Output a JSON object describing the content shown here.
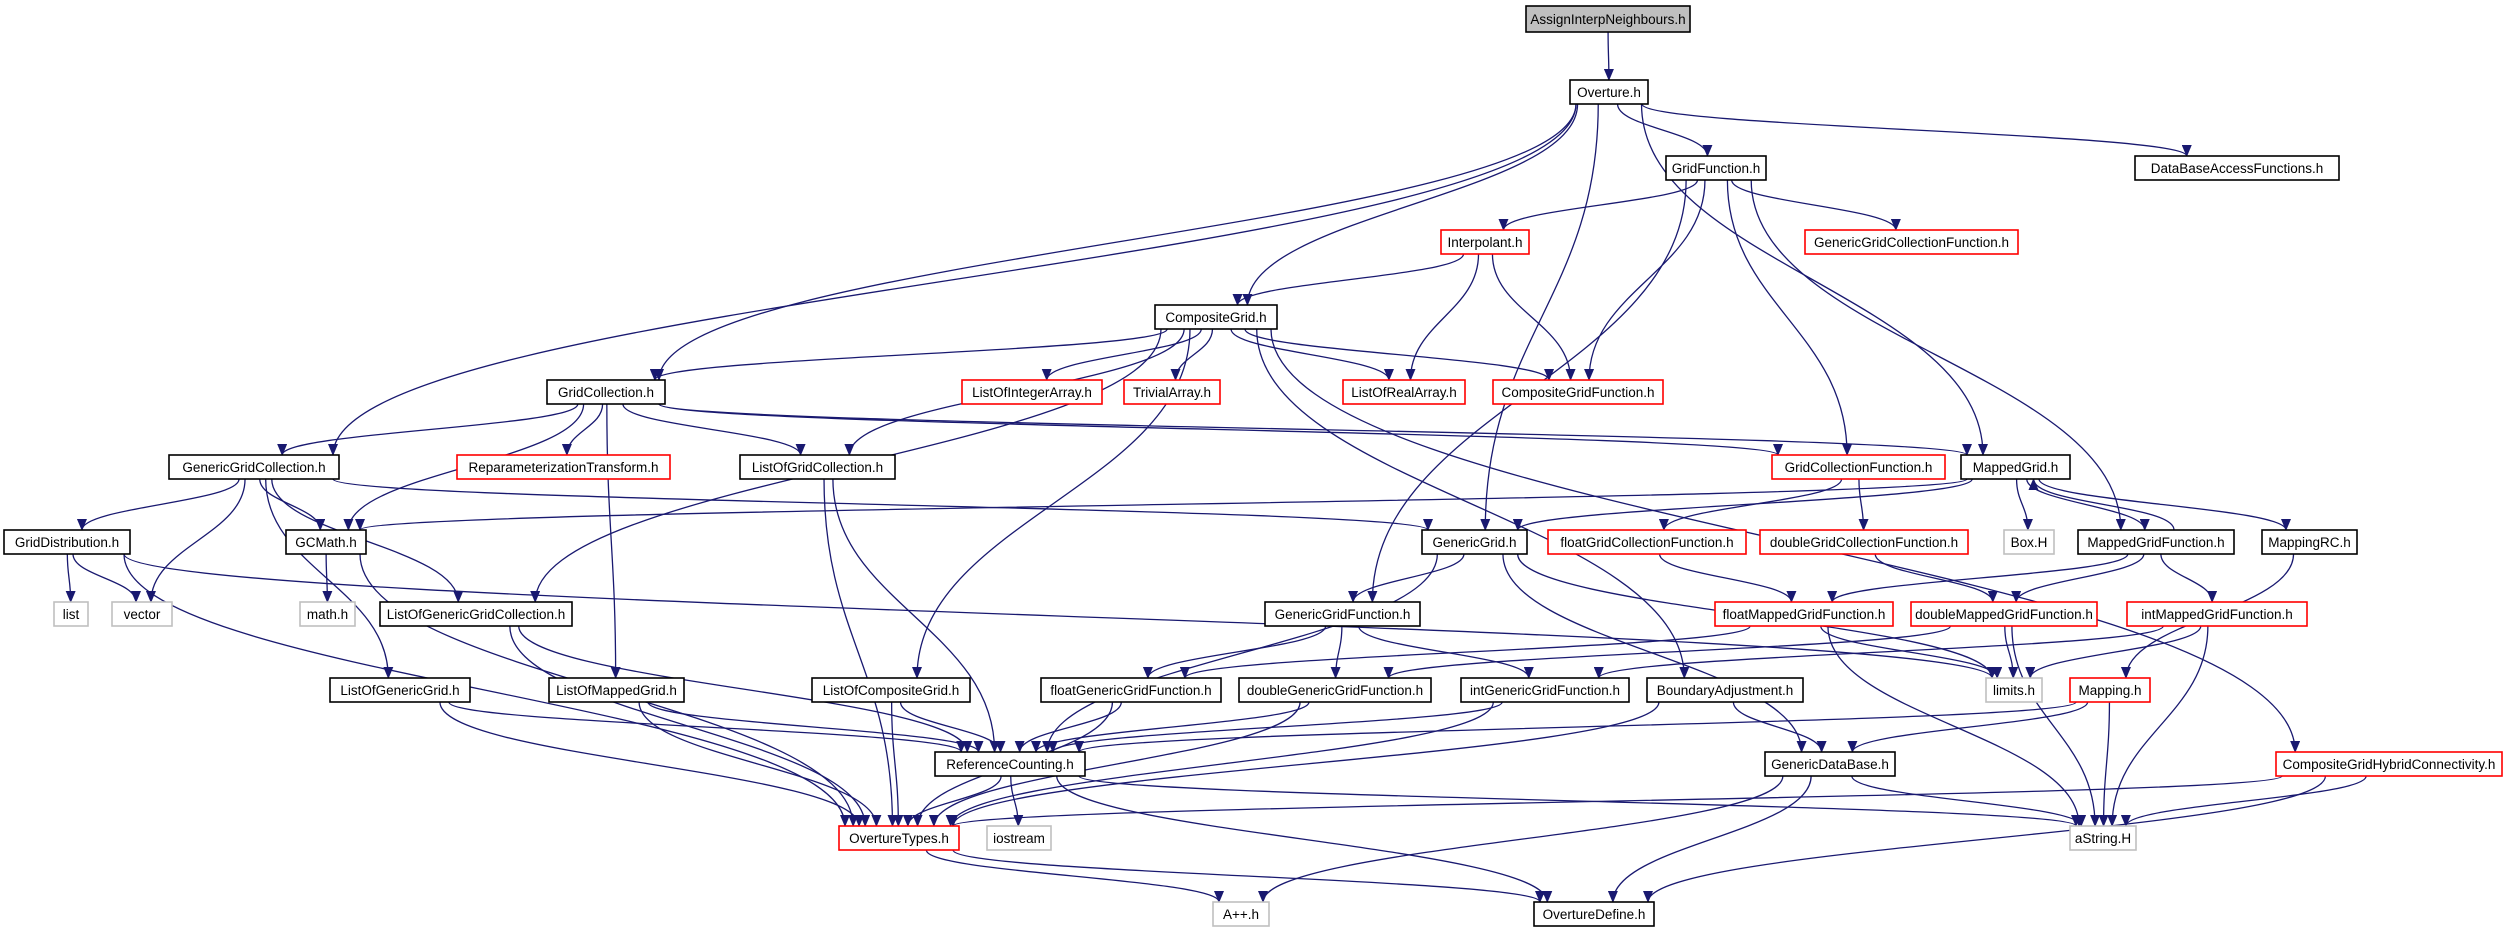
{
  "colors": {
    "edge": "#191970",
    "border_default": "#000000",
    "border_red": "#ff0000",
    "border_gray": "#bfbfbf",
    "root_fill": "#bfbfbf",
    "label": "#000000"
  },
  "nodes": [
    {
      "id": "AssignInterpNeighbours",
      "label": "AssignInterpNeighbours.h",
      "style": "root"
    },
    {
      "id": "Overture",
      "label": "Overture.h",
      "style": "default"
    },
    {
      "id": "GridFunction",
      "label": "GridFunction.h",
      "style": "default"
    },
    {
      "id": "DataBaseAccessFunctions",
      "label": "DataBaseAccessFunctions.h",
      "style": "default"
    },
    {
      "id": "Interpolant",
      "label": "Interpolant.h",
      "style": "red"
    },
    {
      "id": "GenericGridCollectionFunction",
      "label": "GenericGridCollectionFunction.h",
      "style": "red"
    },
    {
      "id": "CompositeGrid",
      "label": "CompositeGrid.h",
      "style": "default"
    },
    {
      "id": "GridCollection",
      "label": "GridCollection.h",
      "style": "default"
    },
    {
      "id": "ListOfIntegerArray",
      "label": "ListOfIntegerArray.h",
      "style": "red"
    },
    {
      "id": "TrivialArray",
      "label": "TrivialArray.h",
      "style": "red"
    },
    {
      "id": "ListOfRealArray",
      "label": "ListOfRealArray.h",
      "style": "red"
    },
    {
      "id": "CompositeGridFunction",
      "label": "CompositeGridFunction.h",
      "style": "red"
    },
    {
      "id": "GenericGridCollection",
      "label": "GenericGridCollection.h",
      "style": "default"
    },
    {
      "id": "ReparameterizationTransform",
      "label": "ReparameterizationTransform.h",
      "style": "red"
    },
    {
      "id": "ListOfGridCollection",
      "label": "ListOfGridCollection.h",
      "style": "default"
    },
    {
      "id": "GridCollectionFunction",
      "label": "GridCollectionFunction.h",
      "style": "red"
    },
    {
      "id": "MappedGrid",
      "label": "MappedGrid.h",
      "style": "default"
    },
    {
      "id": "GridDistribution",
      "label": "GridDistribution.h",
      "style": "default"
    },
    {
      "id": "GCMath",
      "label": "GCMath.h",
      "style": "default"
    },
    {
      "id": "GenericGrid",
      "label": "GenericGrid.h",
      "style": "default"
    },
    {
      "id": "floatGridCollectionFunction",
      "label": "floatGridCollectionFunction.h",
      "style": "red"
    },
    {
      "id": "doubleGridCollectionFunction",
      "label": "doubleGridCollectionFunction.h",
      "style": "red"
    },
    {
      "id": "BoxH",
      "label": "Box.H",
      "style": "gray"
    },
    {
      "id": "MappedGridFunction",
      "label": "MappedGridFunction.h",
      "style": "default"
    },
    {
      "id": "MappingRC",
      "label": "MappingRC.h",
      "style": "default"
    },
    {
      "id": "list",
      "label": "list",
      "style": "gray"
    },
    {
      "id": "vector",
      "label": "vector",
      "style": "gray"
    },
    {
      "id": "math",
      "label": "math.h",
      "style": "gray"
    },
    {
      "id": "ListOfGenericGridCollection",
      "label": "ListOfGenericGridCollection.h",
      "style": "default"
    },
    {
      "id": "GenericGridFunction",
      "label": "GenericGridFunction.h",
      "style": "default"
    },
    {
      "id": "floatMappedGridFunction",
      "label": "floatMappedGridFunction.h",
      "style": "red"
    },
    {
      "id": "doubleMappedGridFunction",
      "label": "doubleMappedGridFunction.h",
      "style": "red"
    },
    {
      "id": "intMappedGridFunction",
      "label": "intMappedGridFunction.h",
      "style": "red"
    },
    {
      "id": "ListOfGenericGrid",
      "label": "ListOfGenericGrid.h",
      "style": "default"
    },
    {
      "id": "ListOfMappedGrid",
      "label": "ListOfMappedGrid.h",
      "style": "default"
    },
    {
      "id": "ListOfCompositeGrid",
      "label": "ListOfCompositeGrid.h",
      "style": "default"
    },
    {
      "id": "floatGenericGridFunction",
      "label": "floatGenericGridFunction.h",
      "style": "default"
    },
    {
      "id": "doubleGenericGridFunction",
      "label": "doubleGenericGridFunction.h",
      "style": "default"
    },
    {
      "id": "intGenericGridFunction",
      "label": "intGenericGridFunction.h",
      "style": "default"
    },
    {
      "id": "BoundaryAdjustment",
      "label": "BoundaryAdjustment.h",
      "style": "default"
    },
    {
      "id": "limits",
      "label": "limits.h",
      "style": "gray"
    },
    {
      "id": "Mapping",
      "label": "Mapping.h",
      "style": "red"
    },
    {
      "id": "ReferenceCounting",
      "label": "ReferenceCounting.h",
      "style": "default"
    },
    {
      "id": "GenericDataBase",
      "label": "GenericDataBase.h",
      "style": "default"
    },
    {
      "id": "CompositeGridHybridConnectivity",
      "label": "CompositeGridHybridConnectivity.h",
      "style": "red"
    },
    {
      "id": "OvertureTypes",
      "label": "OvertureTypes.h",
      "style": "red"
    },
    {
      "id": "iostream",
      "label": "iostream",
      "style": "gray"
    },
    {
      "id": "aString",
      "label": "aString.H",
      "style": "gray"
    },
    {
      "id": "App",
      "label": "A++.h",
      "style": "gray"
    },
    {
      "id": "OvertureDefine",
      "label": "OvertureDefine.h",
      "style": "default"
    }
  ],
  "edges": [
    [
      "AssignInterpNeighbours",
      "Overture"
    ],
    [
      "Overture",
      "GridFunction"
    ],
    [
      "Overture",
      "DataBaseAccessFunctions"
    ],
    [
      "Overture",
      "CompositeGrid"
    ],
    [
      "Overture",
      "GridCollection"
    ],
    [
      "Overture",
      "GenericGridCollection"
    ],
    [
      "Overture",
      "MappedGrid"
    ],
    [
      "Overture",
      "GenericGrid"
    ],
    [
      "GridFunction",
      "Interpolant"
    ],
    [
      "GridFunction",
      "GenericGridCollectionFunction"
    ],
    [
      "GridFunction",
      "CompositeGridFunction"
    ],
    [
      "GridFunction",
      "GridCollectionFunction"
    ],
    [
      "GridFunction",
      "MappedGridFunction"
    ],
    [
      "GridFunction",
      "GenericGridFunction"
    ],
    [
      "Interpolant",
      "CompositeGrid"
    ],
    [
      "Interpolant",
      "ListOfRealArray"
    ],
    [
      "Interpolant",
      "CompositeGridFunction"
    ],
    [
      "CompositeGrid",
      "GridCollection"
    ],
    [
      "CompositeGrid",
      "ListOfIntegerArray"
    ],
    [
      "CompositeGrid",
      "TrivialArray"
    ],
    [
      "CompositeGrid",
      "ListOfRealArray"
    ],
    [
      "CompositeGrid",
      "CompositeGridFunction"
    ],
    [
      "CompositeGrid",
      "ListOfGridCollection"
    ],
    [
      "CompositeGrid",
      "ListOfGenericGridCollection"
    ],
    [
      "CompositeGrid",
      "ListOfCompositeGrid"
    ],
    [
      "CompositeGrid",
      "BoundaryAdjustment"
    ],
    [
      "CompositeGrid",
      "CompositeGridHybridConnectivity"
    ],
    [
      "GridCollection",
      "GenericGridCollection"
    ],
    [
      "GridCollection",
      "ReparameterizationTransform"
    ],
    [
      "GridCollection",
      "ListOfGridCollection"
    ],
    [
      "GridCollection",
      "GridCollectionFunction"
    ],
    [
      "GridCollection",
      "MappedGrid"
    ],
    [
      "GridCollection",
      "GCMath"
    ],
    [
      "GridCollection",
      "ListOfMappedGrid"
    ],
    [
      "GenericGridCollection",
      "GridDistribution"
    ],
    [
      "GenericGridCollection",
      "GCMath"
    ],
    [
      "GenericGridCollection",
      "vector"
    ],
    [
      "GenericGridCollection",
      "ListOfGenericGridCollection"
    ],
    [
      "GenericGridCollection",
      "ListOfGenericGrid"
    ],
    [
      "GenericGridCollection",
      "GenericGrid"
    ],
    [
      "GridCollectionFunction",
      "floatGridCollectionFunction"
    ],
    [
      "GridCollectionFunction",
      "doubleGridCollectionFunction"
    ],
    [
      "MappedGrid",
      "GenericGrid"
    ],
    [
      "MappedGrid",
      "BoxH"
    ],
    [
      "MappedGrid",
      "MappedGridFunction"
    ],
    [
      "MappedGrid",
      "MappingRC"
    ],
    [
      "MappedGrid",
      "GCMath"
    ],
    [
      "MappedGridFunction",
      "MappedGrid"
    ],
    [
      "MappedGridFunction",
      "floatMappedGridFunction"
    ],
    [
      "MappedGridFunction",
      "doubleMappedGridFunction"
    ],
    [
      "MappedGridFunction",
      "intMappedGridFunction"
    ],
    [
      "GridDistribution",
      "list"
    ],
    [
      "GridDistribution",
      "vector"
    ],
    [
      "GridDistribution",
      "OvertureTypes"
    ],
    [
      "GridDistribution",
      "limits"
    ],
    [
      "GCMath",
      "math"
    ],
    [
      "GCMath",
      "OvertureTypes"
    ],
    [
      "GenericGrid",
      "GenericGridFunction"
    ],
    [
      "GenericGrid",
      "ReferenceCounting"
    ],
    [
      "GenericGrid",
      "GenericDataBase"
    ],
    [
      "GenericGrid",
      "limits"
    ],
    [
      "floatGridCollectionFunction",
      "floatMappedGridFunction"
    ],
    [
      "doubleGridCollectionFunction",
      "doubleMappedGridFunction"
    ],
    [
      "MappingRC",
      "Mapping"
    ],
    [
      "ListOfGenericGridCollection",
      "OvertureTypes"
    ],
    [
      "ListOfGenericGridCollection",
      "ReferenceCounting"
    ],
    [
      "GenericGridFunction",
      "floatGenericGridFunction"
    ],
    [
      "GenericGridFunction",
      "doubleGenericGridFunction"
    ],
    [
      "GenericGridFunction",
      "intGenericGridFunction"
    ],
    [
      "floatMappedGridFunction",
      "floatGenericGridFunction"
    ],
    [
      "floatMappedGridFunction",
      "limits"
    ],
    [
      "floatMappedGridFunction",
      "aString"
    ],
    [
      "doubleMappedGridFunction",
      "doubleGenericGridFunction"
    ],
    [
      "doubleMappedGridFunction",
      "limits"
    ],
    [
      "doubleMappedGridFunction",
      "aString"
    ],
    [
      "intMappedGridFunction",
      "intGenericGridFunction"
    ],
    [
      "intMappedGridFunction",
      "limits"
    ],
    [
      "intMappedGridFunction",
      "aString"
    ],
    [
      "ListOfGenericGrid",
      "ReferenceCounting"
    ],
    [
      "ListOfGenericGrid",
      "OvertureTypes"
    ],
    [
      "ListOfMappedGrid",
      "ReferenceCounting"
    ],
    [
      "ListOfMappedGrid",
      "OvertureTypes"
    ],
    [
      "ListOfGridCollection",
      "ReferenceCounting"
    ],
    [
      "ListOfGridCollection",
      "OvertureTypes"
    ],
    [
      "ListOfCompositeGrid",
      "ReferenceCounting"
    ],
    [
      "ListOfCompositeGrid",
      "OvertureTypes"
    ],
    [
      "floatGenericGridFunction",
      "ReferenceCounting"
    ],
    [
      "floatGenericGridFunction",
      "OvertureTypes"
    ],
    [
      "doubleGenericGridFunction",
      "ReferenceCounting"
    ],
    [
      "doubleGenericGridFunction",
      "OvertureTypes"
    ],
    [
      "intGenericGridFunction",
      "ReferenceCounting"
    ],
    [
      "intGenericGridFunction",
      "OvertureTypes"
    ],
    [
      "BoundaryAdjustment",
      "GenericDataBase"
    ],
    [
      "BoundaryAdjustment",
      "OvertureTypes"
    ],
    [
      "Mapping",
      "ReferenceCounting"
    ],
    [
      "Mapping",
      "GenericDataBase"
    ],
    [
      "Mapping",
      "aString"
    ],
    [
      "ReferenceCounting",
      "OvertureTypes"
    ],
    [
      "ReferenceCounting",
      "iostream"
    ],
    [
      "ReferenceCounting",
      "OvertureDefine"
    ],
    [
      "ReferenceCounting",
      "aString"
    ],
    [
      "GenericDataBase",
      "OvertureDefine"
    ],
    [
      "GenericDataBase",
      "aString"
    ],
    [
      "GenericDataBase",
      "App"
    ],
    [
      "CompositeGridHybridConnectivity",
      "OvertureTypes"
    ],
    [
      "CompositeGridHybridConnectivity",
      "aString"
    ],
    [
      "CompositeGridHybridConnectivity",
      "OvertureDefine"
    ],
    [
      "OvertureTypes",
      "App"
    ],
    [
      "OvertureTypes",
      "OvertureDefine"
    ]
  ]
}
